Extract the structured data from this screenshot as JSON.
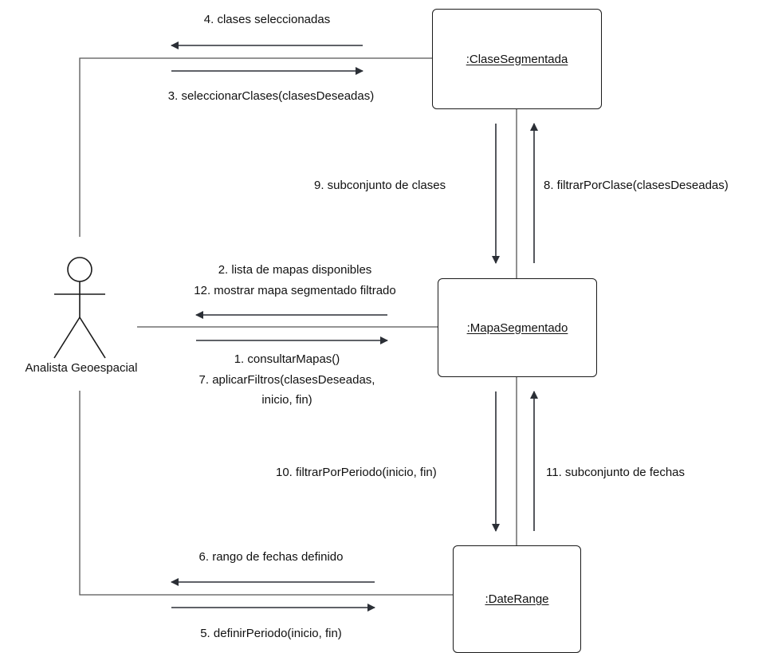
{
  "actor": {
    "name": "Analista Geoespacial"
  },
  "objects": {
    "clase_segmentada": ":ClaseSegmentada",
    "mapa_segmentado": ":MapaSegmentado",
    "date_range": ":DateRange"
  },
  "messages": {
    "m4": "4. clases seleccionadas",
    "m3": "3. seleccionarClases(clasesDeseadas)",
    "m9": "9. subconjunto de clases",
    "m8": "8. filtrarPorClase(clasesDeseadas)",
    "m2": "2. lista de mapas disponibles",
    "m12": "12. mostrar mapa segmentado filtrado",
    "m1": "1. consultarMapas()",
    "m7a": "7. aplicarFiltros(clasesDeseadas,",
    "m7b": "inicio, fin)",
    "m10": "10. filtrarPorPeriodo(inicio, fin)",
    "m11": "11. subconjunto de fechas",
    "m6": "6. rango de fechas definido",
    "m5": "5. definirPeriodo(inicio, fin)"
  }
}
